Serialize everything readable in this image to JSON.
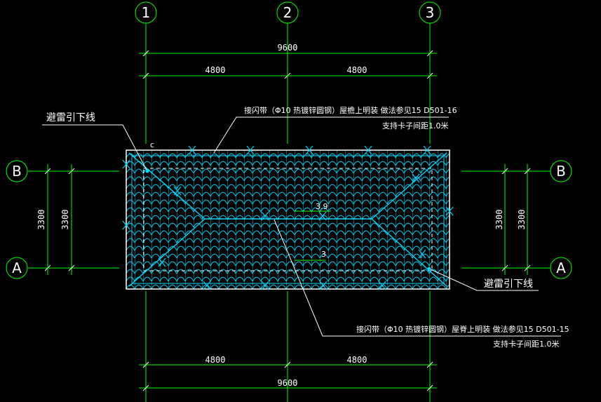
{
  "axes": {
    "vertical": [
      "1",
      "2",
      "3"
    ],
    "horizontal_left": [
      "B",
      "A"
    ],
    "horizontal_right": [
      "B",
      "A"
    ]
  },
  "dimensions": {
    "top_total": "9600",
    "top_left": "4800",
    "top_right": "4800",
    "bottom_left": "4800",
    "bottom_right": "4800",
    "bottom_total": "9600",
    "left_outer": "3300",
    "left_inner": "3300",
    "right_inner": "3300",
    "right_outer": "3300"
  },
  "annotations": {
    "downlead_left": "避雷引下线",
    "downlead_right": "避雷引下线",
    "top_note_line1": "接闪带（Φ10 热镀锌圆钢）屋檐上明装  做法参见15 D501-16",
    "top_note_line2": "支持卡子间距1.0米",
    "bottom_note_line1": "接闪带（Φ10 热镀锌圆钢）屋脊上明装  做法参见15 D501-15",
    "bottom_note_line2": "支持卡子间距1.0米",
    "corner_mark": "c",
    "slope_upper": "3.9",
    "slope_lower": "3"
  },
  "colors": {
    "axis_lines": "#00ff00",
    "roof_tiles": "#00d7ff",
    "text": "#ffffff",
    "background": "#000000"
  }
}
